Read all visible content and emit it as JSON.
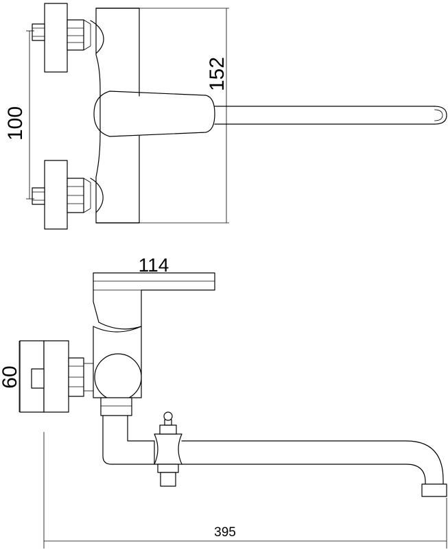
{
  "dimensions": {
    "spacing": "100",
    "height_top": "152",
    "lever_length": "114",
    "body_height": "60",
    "overall_length": "395"
  },
  "colors": {
    "line": "#000000",
    "background": "#ffffff"
  }
}
